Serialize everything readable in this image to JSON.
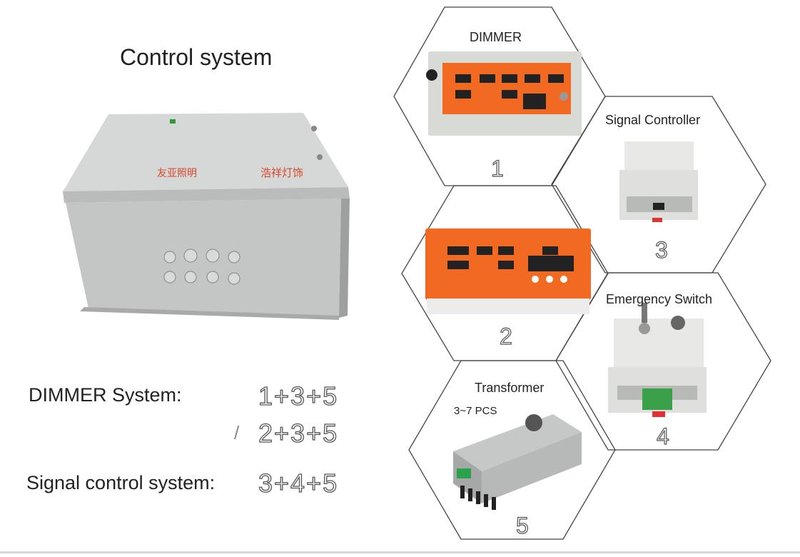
{
  "title": "Control system",
  "systems": {
    "dimmer_label": "DIMMER System:",
    "dimmer_formula_1": "1+3+5",
    "dimmer_separator": "/",
    "dimmer_formula_2": "2+3+5",
    "signal_label": "Signal control system:",
    "signal_formula": "3+4+5"
  },
  "cabinet": {
    "brand_left": "友亚照明",
    "brand_right": "浩祥灯饰"
  },
  "modules": [
    {
      "label": "DIMMER",
      "number": "1"
    },
    {
      "label": "",
      "number": "2"
    },
    {
      "label": "Signal Controller",
      "number": "3"
    },
    {
      "label": "Emergency Switch",
      "number": "4"
    },
    {
      "label": "Transformer",
      "number": "5",
      "note": "3~7 PCS"
    }
  ],
  "colors": {
    "panel_orange": "#f26a22",
    "cabinet_grey": "#c9cbca",
    "outline": "#555555"
  }
}
